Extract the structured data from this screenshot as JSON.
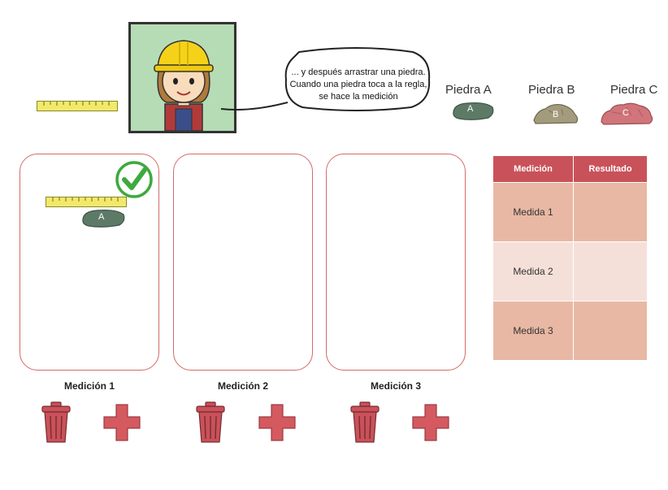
{
  "speech": {
    "line1": "... y después arrastrar una piedra.",
    "line2": "Cuando una piedra toca a la regla,",
    "line3": "se hace la medición"
  },
  "stones": [
    {
      "name": "Piedra A",
      "letter": "A",
      "color": "#5d7a67"
    },
    {
      "name": "Piedra B",
      "letter": "B",
      "color": "#a39b7c"
    },
    {
      "name": "Piedra C",
      "letter": "C",
      "color": "#d0757a"
    }
  ],
  "panels": [
    {
      "caption": "Medición 1"
    },
    {
      "caption": "Medición 2"
    },
    {
      "caption": "Medición 3"
    }
  ],
  "panel1_stone": "A",
  "table": {
    "headers": [
      "Medición",
      "Resultado"
    ],
    "rows": [
      {
        "label": "Medida 1",
        "result": ""
      },
      {
        "label": "Medida 2",
        "result": ""
      },
      {
        "label": "Medida 3",
        "result": ""
      }
    ]
  },
  "colors": {
    "accent": "#c9525a",
    "check": "#3daa3d",
    "ruler": "#f2e96a"
  }
}
